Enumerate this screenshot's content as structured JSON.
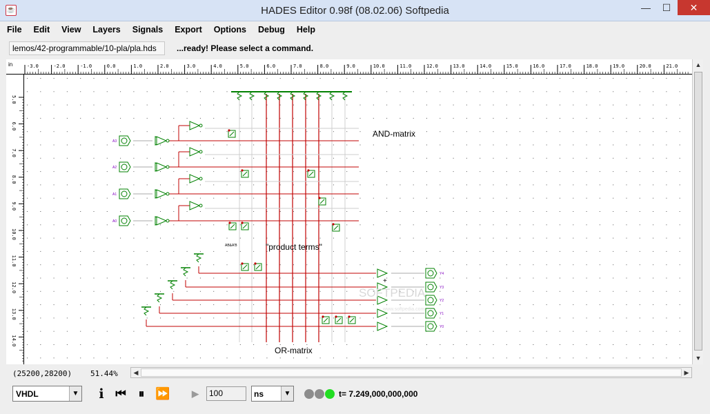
{
  "window": {
    "title": "HADES Editor 0.98f (08.02.06)   Softpedia",
    "app_icon": "java-icon",
    "minimize": "—",
    "maximize": "☐",
    "close": "✕"
  },
  "menu": [
    "File",
    "Edit",
    "View",
    "Layers",
    "Signals",
    "Export",
    "Options",
    "Debug",
    "Help"
  ],
  "status": {
    "path": "lemos/42-programmable/10-pla/pla.hds",
    "message": "...ready! Please select a command."
  },
  "ruler": {
    "unit": "in",
    "x_labels": [
      "-3.0",
      "-2.0",
      "-1.0",
      "0.0",
      "1.0",
      "2.0",
      "3.0",
      "4.0",
      "5.0",
      "6.0",
      "7.0",
      "8.0",
      "9.0",
      "10.0",
      "11.0",
      "12.0",
      "13.0",
      "14.0",
      "15.0",
      "16.0",
      "17.0",
      "18.0",
      "19.0",
      "20.0",
      "21.0"
    ],
    "y_labels": [
      "5.0",
      "6.0",
      "7.0",
      "8.0",
      "9.0",
      "10.0",
      "11.0",
      "12.0",
      "13.0",
      "14.0"
    ]
  },
  "schematic": {
    "label_and": "AND-matrix",
    "label_product": "\"product terms\"",
    "label_or": "OR-matrix",
    "label_small": "AB&A'B",
    "inputs": [
      "A3",
      "A2",
      "A1",
      "A0"
    ],
    "outputs": [
      "Y4",
      "Y3",
      "Y2",
      "Y1",
      "Y0"
    ],
    "watermark": "SOFTPEDIA",
    "watermark_sub": "www.softpedia.com",
    "colors": {
      "wire": "#c00000",
      "part": "#008000",
      "grid": "#555555",
      "idle_wire": "#cfcfcf"
    }
  },
  "footer": {
    "coords": "(25200,28200)",
    "zoom": "51.44%"
  },
  "toolbar": {
    "language": "VHDL",
    "info_icon": "i",
    "rewind_icon": "⏮",
    "pause_icon": "⏸",
    "fastforward_icon": "⏩",
    "step_icon": "▶",
    "time_value": "100",
    "time_unit": "ns",
    "sim_time": "t= 7.249,000,000,000",
    "dropdown_icon": "▼"
  }
}
